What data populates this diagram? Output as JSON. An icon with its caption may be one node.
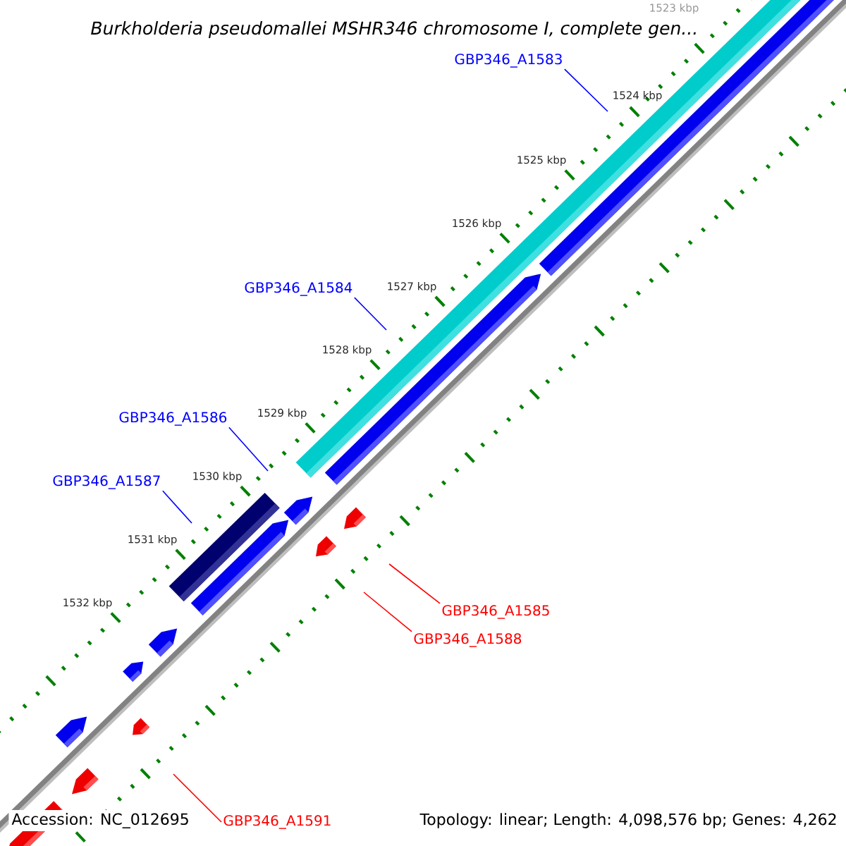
{
  "diagram": {
    "title": "Burkholderia pseudomallei MSHR346 chromosome I, complete gen...",
    "nodes": [
      {
        "text": [
          "GBP346_A1583"
        ]
      },
      {
        "text": [
          "GBP346_A1584"
        ]
      },
      {
        "text": [
          "GBP346_A1586"
        ]
      },
      {
        "text": [
          "GBP346_A1587"
        ]
      },
      {
        "text": [
          "GBP346_A1585"
        ]
      },
      {
        "text": [
          "GBP346_A1588"
        ]
      },
      {
        "text": [
          "GBP346_A1591"
        ]
      }
    ],
    "edges": [
      {
        "from": 0,
        "to": null,
        "arrow": "none"
      },
      {
        "from": 1,
        "to": null,
        "arrow": "none"
      },
      {
        "from": 2,
        "to": null,
        "arrow": "none"
      },
      {
        "from": 3,
        "to": null,
        "arrow": "none"
      },
      {
        "from": 4,
        "to": null,
        "arrow": "none",
        "color": "#ff0000"
      },
      {
        "from": 5,
        "to": null,
        "arrow": "none",
        "color": "#ff0000"
      },
      {
        "from": 6,
        "to": null,
        "arrow": "none",
        "color": "#ff0000"
      }
    ],
    "labels": [
      "1523 kbp",
      "1524 kbp",
      "1525 kbp",
      "1526 kbp",
      "1527 kbp",
      "1528 kbp",
      "1529 kbp",
      "1530 kbp",
      "1531 kbp",
      "1532 kbp",
      "Accession: NC_012695",
      "Topology: linear; Length: 4,098,576 bp; Genes: 4,262"
    ]
  }
}
